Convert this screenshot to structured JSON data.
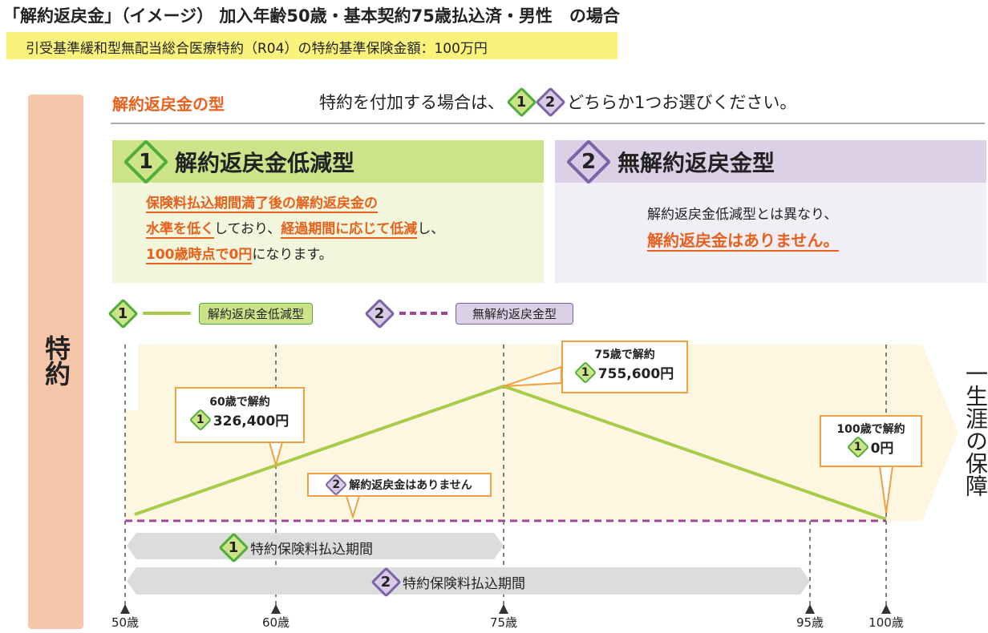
{
  "title": "「解約返戻金」（イメージ） 加入年齢50歳・基本契約75歳払込済・男性　の場合",
  "subtitle": "引受基準緩和型無配当総合医療特約（R04）の特約基準保険金額：100万円",
  "side_label": "特約",
  "type_label": "解約返戻金の型",
  "choose": {
    "pre": "特約を付加する場合は、",
    "n1": "1",
    "n2": "2",
    "post": "どちらか1つお選びください。"
  },
  "option1": {
    "num": "1",
    "title": "解約返戻金低減型",
    "t1": "保険料払込期間満了後の解約返戻金の",
    "t2a": "水準を低く",
    "t2b": "しており、",
    "t2c": "経過期間に応じて低減",
    "t2d": "し、",
    "t3a": "100歳時点で0円",
    "t3b": "になります。"
  },
  "option2": {
    "num": "2",
    "title": "無解約返戻金型",
    "t1": "解約返戻金低減型とは異なり、",
    "t2": "解約返戻金はありません。"
  },
  "legend": {
    "n1": "1",
    "l1": "解約返戻金低減型",
    "n2": "2",
    "l2": "無解約返戻金型"
  },
  "callouts": {
    "c60": {
      "title": "60歳で解約",
      "n": "1",
      "value": "326,400円"
    },
    "c75": {
      "title": "75歳で解約",
      "n": "1",
      "value": "755,600円"
    },
    "c100": {
      "title": "100歳で解約",
      "n": "1",
      "value": "0円"
    },
    "none": {
      "n": "2",
      "text": "解約返戻金はありません"
    }
  },
  "periods": {
    "p1": {
      "n": "1",
      "text": "特約保険料払込期間"
    },
    "p2": {
      "n": "2",
      "text": "特約保険料払込期間"
    }
  },
  "ages": [
    "50歳",
    "60歳",
    "75歳",
    "95歳",
    "100歳"
  ],
  "lifetime": "一生涯の保障",
  "colors": {
    "orange": "#e8601c",
    "green": "#a8cc4a",
    "purple": "#a0469a",
    "cream": "#fdf6e0"
  }
}
